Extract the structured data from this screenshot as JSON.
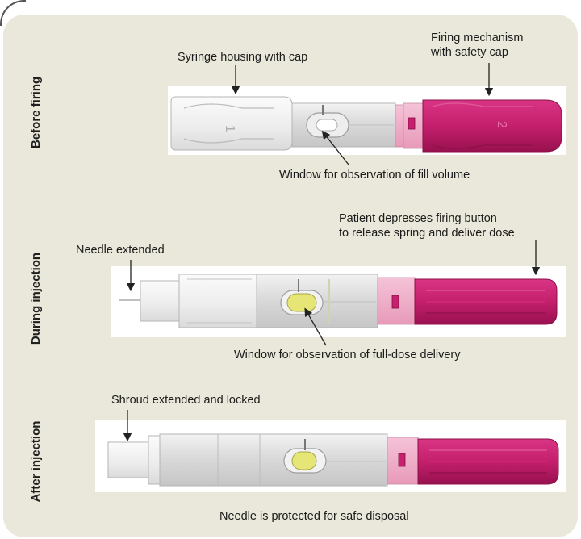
{
  "stages": {
    "before": {
      "side_label": "Before firing",
      "callout_syringe": "Syringe housing with cap",
      "callout_firing_1": "Firing mechanism",
      "callout_firing_2": "with safety cap",
      "callout_window": "Window for observation of fill volume"
    },
    "during": {
      "side_label": "During injection",
      "callout_needle": "Needle extended",
      "callout_patient_1": "Patient depresses firing button",
      "callout_patient_2": "to release spring and deliver dose",
      "callout_window": "Window for observation of full-dose delivery"
    },
    "after": {
      "side_label": "After injection",
      "callout_shroud": "Shroud extended and locked",
      "callout_protected": "Needle is protected for safe disposal"
    }
  },
  "colors": {
    "panel": "#e9e8da",
    "magenta": "#c8206e",
    "magenta_dark": "#9e1556",
    "clear_body": "#dcdcdc",
    "medication": "#e6e676"
  }
}
